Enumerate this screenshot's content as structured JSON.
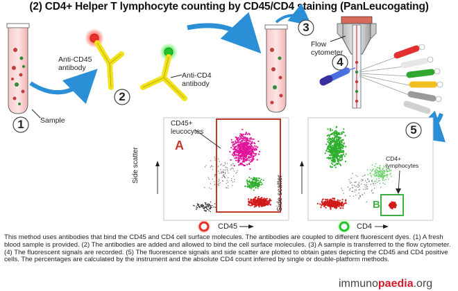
{
  "title": "(2) CD4+ Helper T lymphocyte counting by CD45/CD4 staining (PanLeucogating)",
  "labels": {
    "sample": "Sample",
    "anti_cd45": "Anti-CD45\nantibody",
    "anti_cd4": "Anti-CD4\nantibody",
    "flow_cytometer": "Flow\ncytometer",
    "cd45_leucocytes": "CD45+\nleucocytes",
    "cd4_lymphocytes": "CD4+\nlymphocytes",
    "side_scatter_left": "Side scatter",
    "side_scatter_right": "Side scatter",
    "x_axis_left": "CD45",
    "x_axis_right": "CD4",
    "gate_a": "A",
    "gate_b": "B"
  },
  "steps": [
    "1",
    "2",
    "3",
    "4",
    "5"
  ],
  "caption": "This method uses antibodies that bind the CD45 and CD4 cell surface molecules. The antibodies are coupled to different fluorescent dyes. (1) A fresh blood sample is provided. (2) The antibodies are added and allowed to bind the cell surface molecules. (3) A sample is transferred to the flow cytometer. (4) The fluorescent signals are recorded. (5) The fluorescence signals and side scatter are plotted to obtain gates depicting the CD45 and CD4 positive cells. The percentages are calculated by the instrument and the absolute CD4 count inferred by single or double-platform methods.",
  "logo": {
    "part1": "immuno",
    "part2": "paedia",
    "part3": ".org"
  },
  "colors": {
    "accent_blue": "#2a8fd6",
    "gate_red": "#c0392b",
    "gate_green": "#3cb043",
    "antibody_yellow": "#f2e21b",
    "dye_red": "#e8302a",
    "dye_green": "#22c32a",
    "magenta_cells": "#e0149a"
  },
  "icons": [
    "test-tube-icon",
    "antibody-icon",
    "flow-cytometer-icon",
    "scatter-plot-icon",
    "curved-arrow-icon"
  ]
}
